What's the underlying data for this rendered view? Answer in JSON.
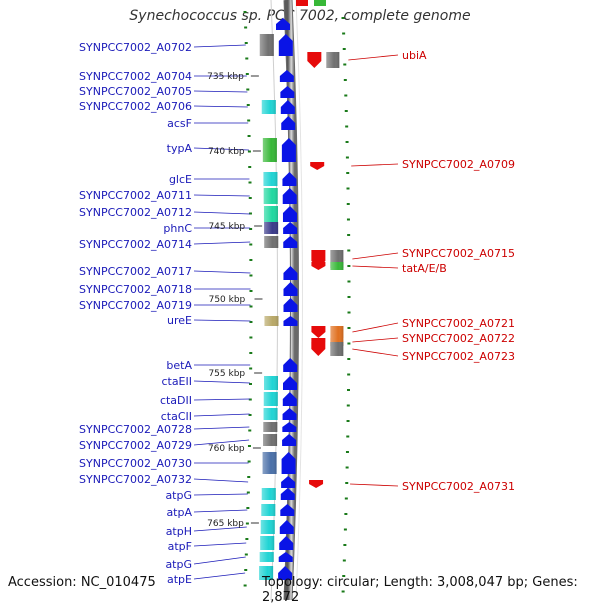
{
  "title": "Synechococcus sp. PCC 7002, complete genome",
  "footer": {
    "accession": "Accession: NC_010475",
    "summary": "Topology: circular; Length: 3,008,047 bp; Genes: 2,872"
  },
  "colors": {
    "forward_label": "#1a1ab8",
    "reverse_label": "#cc0000",
    "forward_gene": "#0a14e6",
    "reverse_gene": "#e60a0a",
    "ruler": "#808080",
    "tick": "#1a7a1a",
    "cyan": "#1fd4d4",
    "green": "#38b838",
    "teal": "#20d8a0",
    "slate": "#4a70a8",
    "gray": "#707070",
    "navy": "#3a3a8a",
    "olive": "#b8a868"
  },
  "kbp_marks": [
    {
      "label": "735 kbp"
    },
    {
      "label": "740 kbp"
    },
    {
      "label": "745 kbp"
    },
    {
      "label": "750 kbp"
    },
    {
      "label": "755 kbp"
    },
    {
      "label": "760 kbp"
    },
    {
      "label": "765 kbp"
    }
  ],
  "forward_genes": [
    {
      "name": "SYNPCC7002_A0702",
      "cog": "gray"
    },
    {
      "name": "SYNPCC7002_A0704",
      "cog": ""
    },
    {
      "name": "SYNPCC7002_A0705",
      "cog": ""
    },
    {
      "name": "SYNPCC7002_A0706",
      "cog": "cyan"
    },
    {
      "name": "acsF",
      "cog": ""
    },
    {
      "name": "typA",
      "cog": "green"
    },
    {
      "name": "glcE",
      "cog": "cyan"
    },
    {
      "name": "SYNPCC7002_A0711",
      "cog": "teal"
    },
    {
      "name": "SYNPCC7002_A0712",
      "cog": "teal"
    },
    {
      "name": "phnC",
      "cog": "navy"
    },
    {
      "name": "SYNPCC7002_A0714",
      "cog": "gray"
    },
    {
      "name": "SYNPCC7002_A0717",
      "cog": ""
    },
    {
      "name": "SYNPCC7002_A0718",
      "cog": ""
    },
    {
      "name": "SYNPCC7002_A0719",
      "cog": ""
    },
    {
      "name": "ureE",
      "cog": "olive"
    },
    {
      "name": "betA",
      "cog": ""
    },
    {
      "name": "ctaEII",
      "cog": "cyan"
    },
    {
      "name": "ctaDII",
      "cog": "cyan"
    },
    {
      "name": "ctaCII",
      "cog": "cyan"
    },
    {
      "name": "SYNPCC7002_A0728",
      "cog": "gray"
    },
    {
      "name": "SYNPCC7002_A0729",
      "cog": "gray"
    },
    {
      "name": "SYNPCC7002_A0730",
      "cog": "slate"
    },
    {
      "name": "SYNPCC7002_A0732",
      "cog": ""
    },
    {
      "name": "atpG",
      "cog": "cyan"
    },
    {
      "name": "atpA",
      "cog": "cyan"
    },
    {
      "name": "atpH",
      "cog": "cyan"
    },
    {
      "name": "atpF",
      "cog": "cyan"
    },
    {
      "name": "atpG",
      "cog": "cyan"
    },
    {
      "name": "atpE",
      "cog": "cyan"
    }
  ],
  "reverse_genes": [
    {
      "name": "ubiA",
      "cog": "gray"
    },
    {
      "name": "SYNPCC7002_A0709",
      "cog": ""
    },
    {
      "name": "SYNPCC7002_A0715",
      "cog": "gray"
    },
    {
      "name": "tatA/E/B",
      "cog": "green"
    },
    {
      "name": "SYNPCC7002_A0721",
      "cog": "orange"
    },
    {
      "name": "SYNPCC7002_A0722",
      "cog": "orange"
    },
    {
      "name": "SYNPCC7002_A0723",
      "cog": "gray"
    },
    {
      "name": "SYNPCC7002_A0731",
      "cog": ""
    }
  ]
}
